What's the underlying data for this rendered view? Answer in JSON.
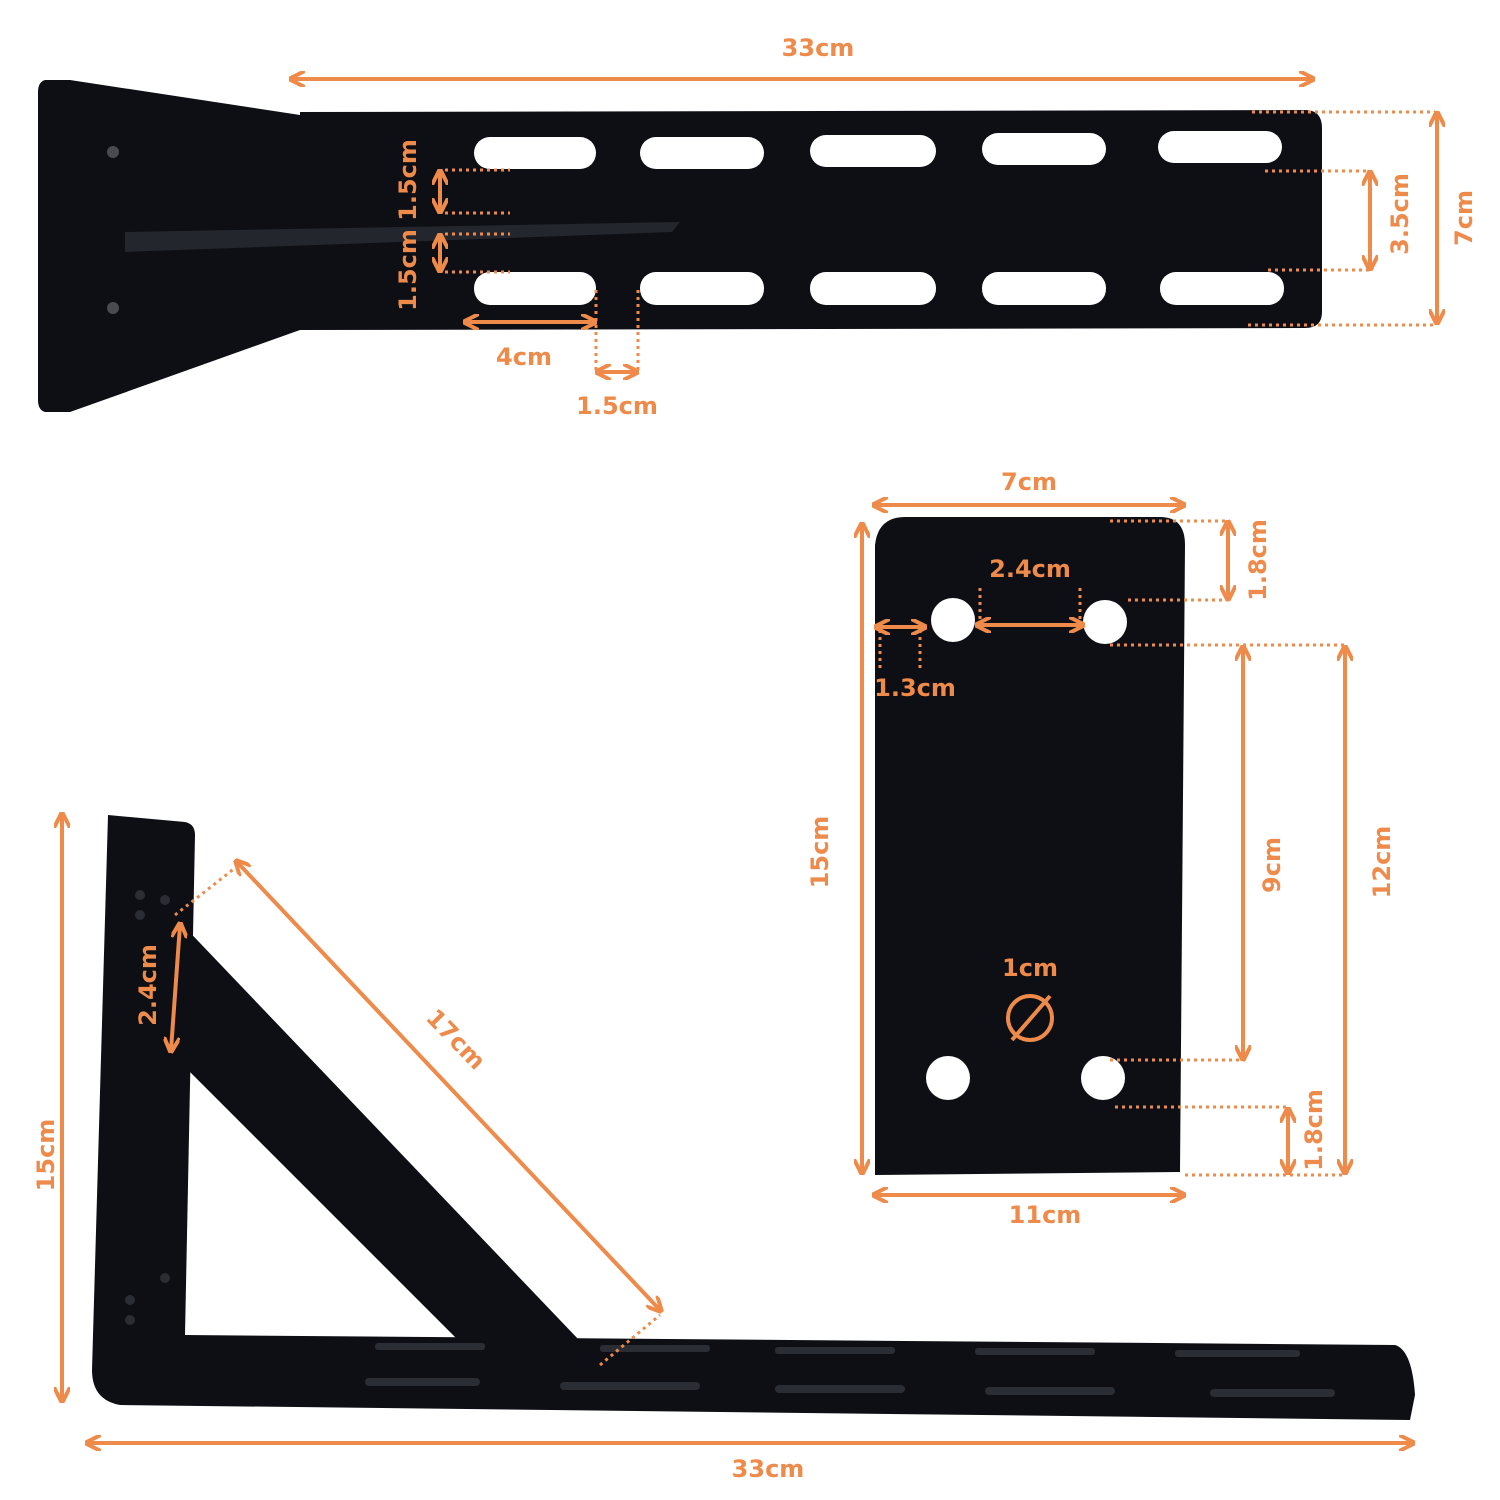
{
  "colors": {
    "accent": "#EE8A4A",
    "metal": "#0d0f14",
    "background": "#ffffff"
  },
  "top_view": {
    "length": "33cm",
    "slot_gap_upper": "1.5cm",
    "slot_gap_lower": "1.5cm",
    "slot_length": "4cm",
    "slot_spacing": "1.5cm",
    "slot_row_distance": "3.5cm",
    "width": "7cm"
  },
  "plate_view": {
    "top_width": "7cm",
    "top_hole_offset": "1.8cm",
    "hole_spacing": "2.4cm",
    "edge_offset": "1.3cm",
    "height": "15cm",
    "hole_vertical_distance": "9cm",
    "overall_hole_distance": "12cm",
    "hole_diameter": "1cm",
    "bottom_hole_offset": "1.8cm",
    "bottom_width": "11cm"
  },
  "side_view": {
    "height": "15cm",
    "brace_width": "2.4cm",
    "brace_length": "17cm",
    "length": "33cm"
  }
}
